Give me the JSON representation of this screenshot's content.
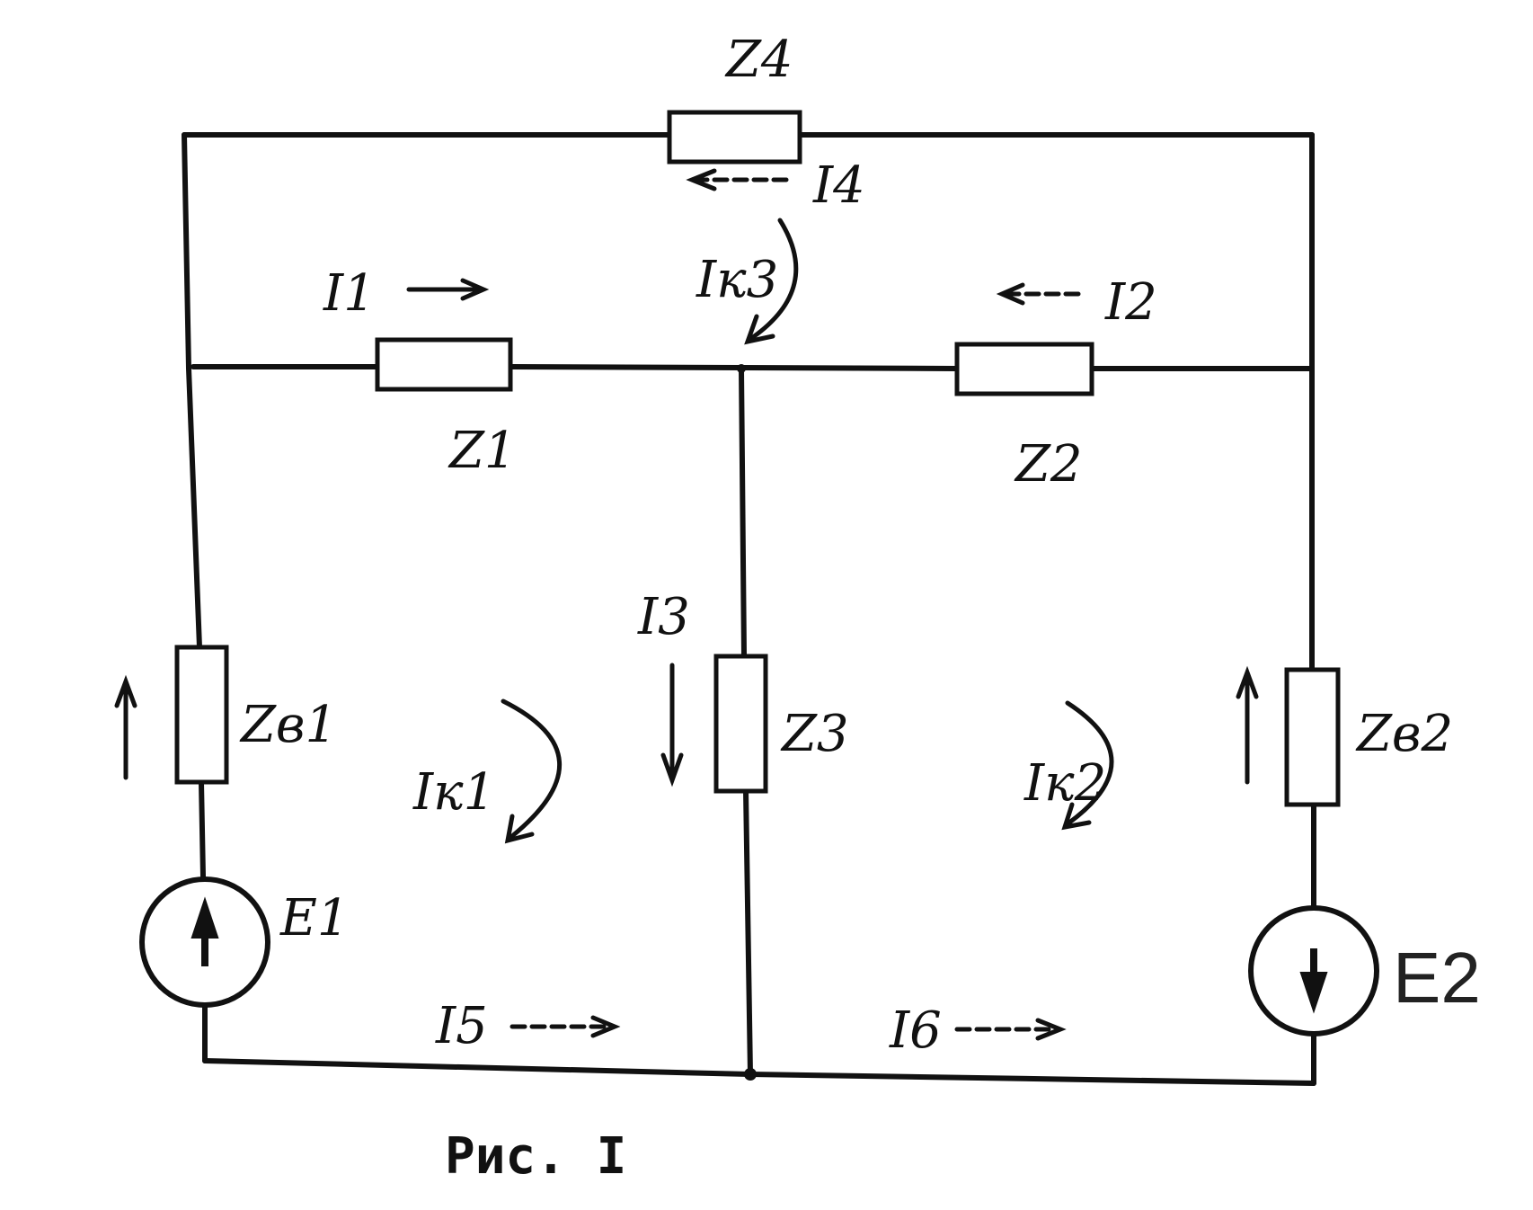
{
  "labels": {
    "z4": "Z4",
    "z1": "Z1",
    "z2": "Z2",
    "z3": "Z3",
    "zb1": "Zв1",
    "zb2": "Zв2",
    "i1": "I1",
    "i2": "I2",
    "i3": "I3",
    "i4": "I4",
    "i5": "I5",
    "i6": "I6",
    "ik1": "Iк1",
    "ik2": "Iк2",
    "ik3": "Iк3",
    "e1": "E1",
    "e2": "E2"
  },
  "caption": "Рис. I"
}
